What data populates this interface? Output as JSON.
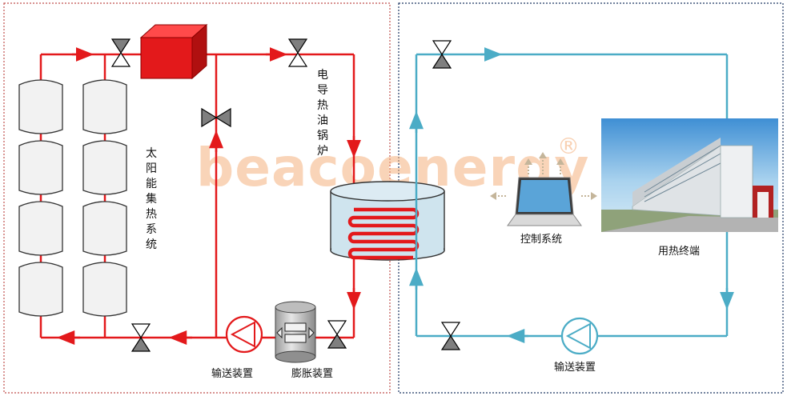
{
  "diagram": {
    "labels": {
      "solar_system": "太阳能集热系统",
      "boiler": "电导热油锅炉",
      "pump_left": "输送装置",
      "expansion": "膨胀装置",
      "control": "控制系统",
      "user_end": "用热终端",
      "pump_right": "输送装置"
    },
    "watermark": {
      "text": "beacoenergy",
      "mark": "®"
    },
    "colors": {
      "heat_loop": "#e3191b",
      "user_loop": "#4bacc6",
      "left_border": "#c0504d",
      "right_border": "#1f3864",
      "tank_fill": "#cfe4ee",
      "valve": "#7f7f7f",
      "watermark": "#f5b27f"
    }
  }
}
